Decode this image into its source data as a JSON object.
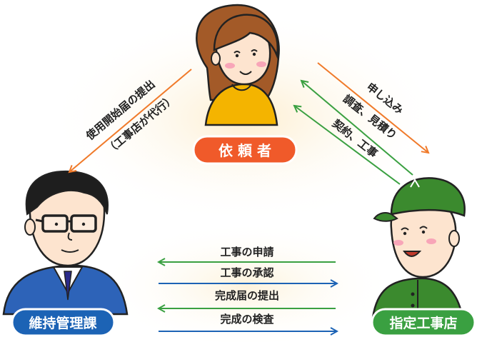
{
  "nodes": {
    "requester": {
      "label": "依 頼 者",
      "color": "#f05a2a"
    },
    "maintenance_section": {
      "label": "維持管理課",
      "color": "#1c63b5"
    },
    "designated_contractor": {
      "label": "指定工事店",
      "color": "#3aa041"
    }
  },
  "flows": {
    "left_diagonal": {
      "line1": "使用開始届の提出",
      "line2": "（工事店が代行）",
      "color": "#f07a2a"
    },
    "right_diagonal": {
      "line1": "申し込み",
      "line2": "調査、見積り",
      "line3": "契約、工事",
      "color_down": "#f07a2a",
      "color_up": "#3aa041"
    },
    "horizontal": [
      {
        "label": "工事の申請",
        "direction": "left",
        "color": "#3aa041"
      },
      {
        "label": "工事の承認",
        "direction": "right",
        "color": "#1c63b5"
      },
      {
        "label": "完成届の提出",
        "direction": "left",
        "color": "#3aa041"
      },
      {
        "label": "完成の検査",
        "direction": "right",
        "color": "#1c63b5"
      }
    ]
  }
}
